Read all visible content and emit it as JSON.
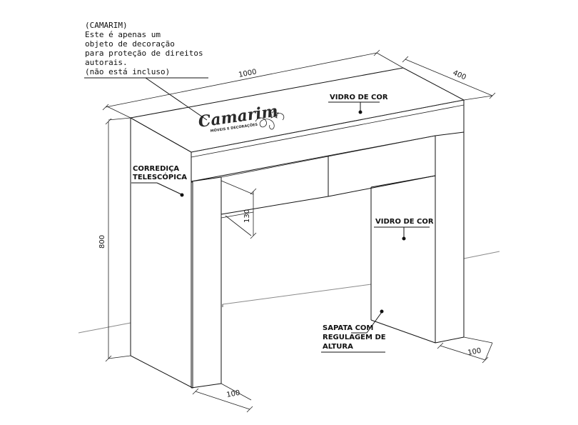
{
  "note": {
    "lines": [
      "(CAMARIM)",
      "Este é apenas um",
      "objeto de decoração",
      "para proteção de direitos",
      "autorais.",
      "(não está incluso)"
    ]
  },
  "logo": {
    "name": "Camarim",
    "tagline": "MÓVEIS E DECORAÇÕES"
  },
  "dimensions": {
    "width": "1000",
    "depth": "400",
    "height": "800",
    "drawer_height": "130",
    "leg_left": "100",
    "leg_right": "100"
  },
  "callouts": {
    "glass_top": "VIDRO DE COR",
    "glass_side": "VIDRO DE COR",
    "slide": [
      "CORREDIÇA",
      "TELESCÓPICA"
    ],
    "foot": [
      "SAPATA COM",
      "REGULAGEM DE",
      "ALTURA"
    ]
  }
}
